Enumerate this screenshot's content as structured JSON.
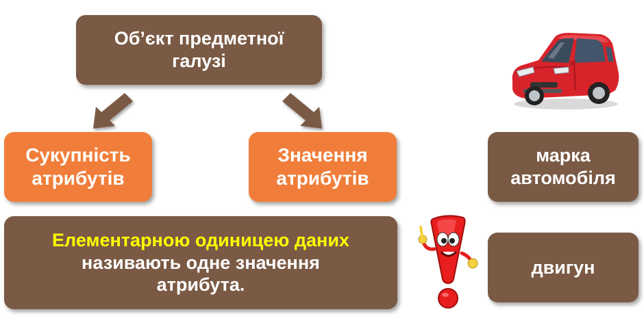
{
  "diagram": {
    "root": {
      "line1": "Об’єкт предметної",
      "line2": "галузі"
    },
    "children": [
      {
        "line1": "Сукупність",
        "line2": "атрибутів"
      },
      {
        "line1": "Значення",
        "line2": "атрибутів"
      }
    ],
    "statement": {
      "highlight": "Елементарною одиницею даних",
      "line2": "називають одне значення",
      "line3": "атрибута."
    },
    "examples": {
      "brand": {
        "line1": "марка",
        "line2": "автомобіля"
      },
      "engine": "двигун"
    }
  },
  "colors": {
    "brown_box": "#7a5a45",
    "orange_box": "#f07e3a",
    "highlight_text": "#ffff00",
    "arrow": "#7a5a45",
    "car_body": "#d8232a",
    "exclamation": "#e81e1e"
  },
  "icons": [
    "down-left-arrow-icon",
    "down-right-arrow-icon",
    "car-image",
    "exclamation-mascot-icon"
  ]
}
